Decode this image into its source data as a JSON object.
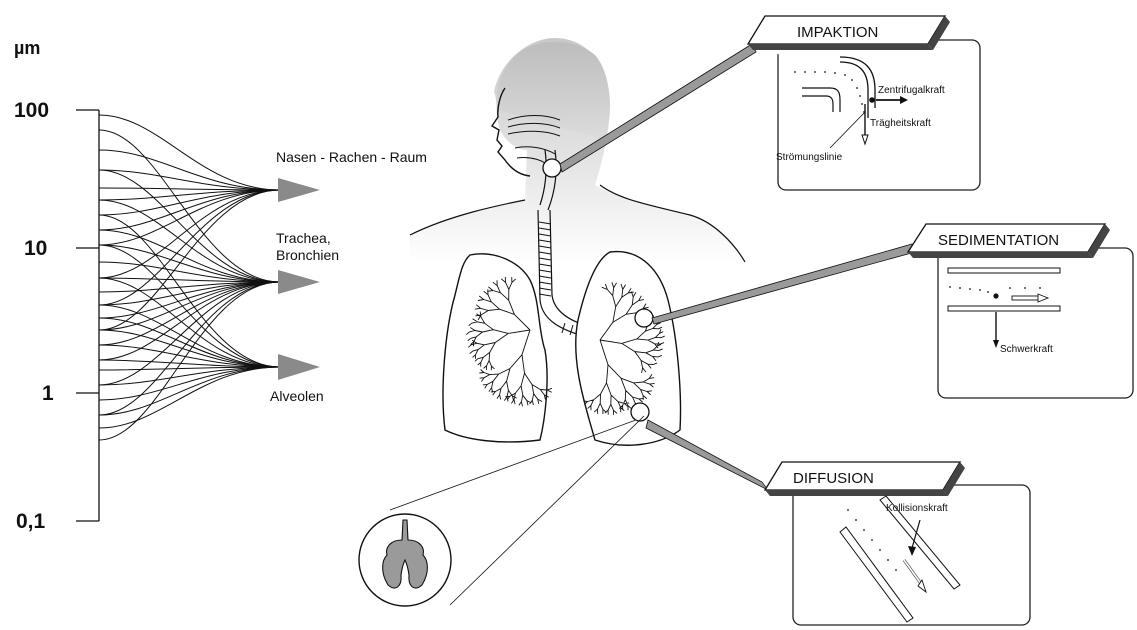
{
  "unit": "µm",
  "scale_ticks": [
    {
      "id": "t100",
      "label": "100"
    },
    {
      "id": "t10",
      "label": "10"
    },
    {
      "id": "t1",
      "label": "1"
    },
    {
      "id": "t01",
      "label": "0,1"
    }
  ],
  "regions": {
    "nasal": "Nasen - Rachen - Raum",
    "trachea_line1": "Trachea,",
    "trachea_line2": "Bronchien",
    "alveoli": "Alveolen"
  },
  "mechanisms": {
    "impaction": {
      "title": "IMPAKTION",
      "centrifugal": "Zentrifugalkraft",
      "inertia": "Trägheitskraft",
      "streamline": "Strömungslinie"
    },
    "sedimentation": {
      "title": "SEDIMENTATION",
      "gravity": "Schwerkraft"
    },
    "diffusion": {
      "title": "DIFFUSION",
      "collision": "Kollisionskraft"
    }
  },
  "colors": {
    "ink": "#111111",
    "arrow_gray": "#8a8a8a",
    "body_gray": "#d9d9d9",
    "panel_border": "#222222"
  }
}
